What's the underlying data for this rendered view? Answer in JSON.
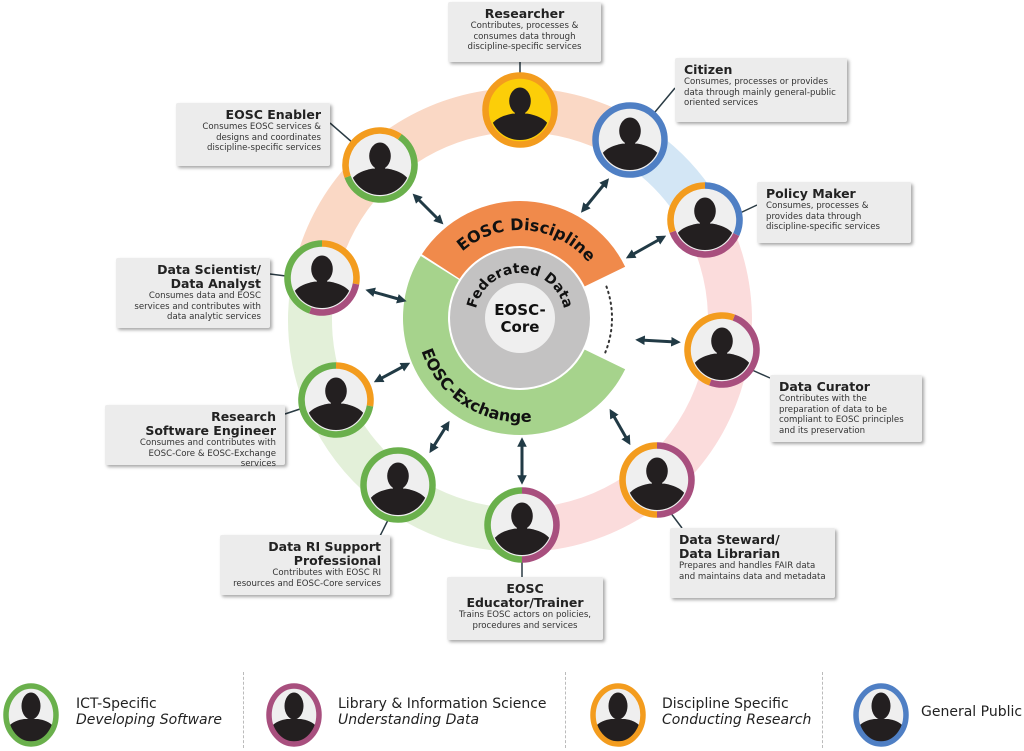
{
  "center": {
    "core": [
      "EOSC-",
      "Core"
    ],
    "federated": "Federated Data",
    "discipline": "EOSC Discipline",
    "exchange": "EOSC-Exchange"
  },
  "colors": {
    "ict": "#6ab04c",
    "library": "#a84f7e",
    "discipline": "#f39c1e",
    "public": "#4f7fc4",
    "researcher_fill": "#fcce08",
    "center_orange": "#f08a4b",
    "center_green": "#a6d38c",
    "center_gray": "#c3c2c2",
    "arrow": "#213a45"
  },
  "personas": [
    {
      "title": [
        "Researcher"
      ],
      "desc": [
        "Contributes, processes &",
        "consumes  data through",
        "discipline-specific services"
      ],
      "categories": [
        "discipline"
      ]
    },
    {
      "title": [
        "EOSC Enabler"
      ],
      "desc": [
        "Consumes EOSC services &",
        "designs and coordinates",
        "discipline-specific services"
      ],
      "categories": [
        "ict",
        "discipline"
      ]
    },
    {
      "title": [
        "Citizen"
      ],
      "desc": [
        "Consumes, processes or provides",
        "data through mainly general-public",
        "oriented services"
      ],
      "categories": [
        "public"
      ]
    },
    {
      "title": [
        "Policy Maker"
      ],
      "desc": [
        "Consumes, processes &",
        "provides data through",
        "discipline-specific services"
      ],
      "categories": [
        "public",
        "library",
        "discipline"
      ]
    },
    {
      "title": [
        "Data Scientist/",
        "Data Analyst"
      ],
      "desc": [
        "Consumes data and EOSC",
        "services and contributes with",
        "data analytic services"
      ],
      "categories": [
        "discipline",
        "library",
        "ict"
      ]
    },
    {
      "title": [
        "Data Curator"
      ],
      "desc": [
        "Contributes with the",
        "preparation of data to be",
        "compliant to EOSC principles",
        "and its preservation"
      ],
      "categories": [
        "library",
        "discipline"
      ]
    },
    {
      "title": [
        "Research",
        "Software Engineer"
      ],
      "desc": [
        "Consumes and contributes with",
        "EOSC-Core & EOSC-Exchange services"
      ],
      "categories": [
        "discipline",
        "ict"
      ]
    },
    {
      "title": [
        "Data Steward/",
        "Data Librarian"
      ],
      "desc": [
        "Prepares and handles FAIR data",
        "and maintains data and metadata"
      ],
      "categories": [
        "library",
        "discipline"
      ]
    },
    {
      "title": [
        "Data RI Support",
        "Professional"
      ],
      "desc": [
        "Contributes with EOSC RI",
        "resources and EOSC-Core services"
      ],
      "categories": [
        "ict"
      ]
    },
    {
      "title": [
        "EOSC",
        "Educator/Trainer"
      ],
      "desc": [
        "Trains EOSC actors on policies,",
        "procedures and services"
      ],
      "categories": [
        "library",
        "ict"
      ]
    }
  ],
  "legend": [
    {
      "label": "ICT-Specific",
      "sub": "Developing Software",
      "category": "ict"
    },
    {
      "label": "Library & Information Science",
      "sub": "Understanding Data",
      "category": "library"
    },
    {
      "label": "Discipline Specific",
      "sub": "Conducting Research",
      "category": "discipline"
    },
    {
      "label": "General Public",
      "sub": "",
      "category": "public"
    }
  ]
}
